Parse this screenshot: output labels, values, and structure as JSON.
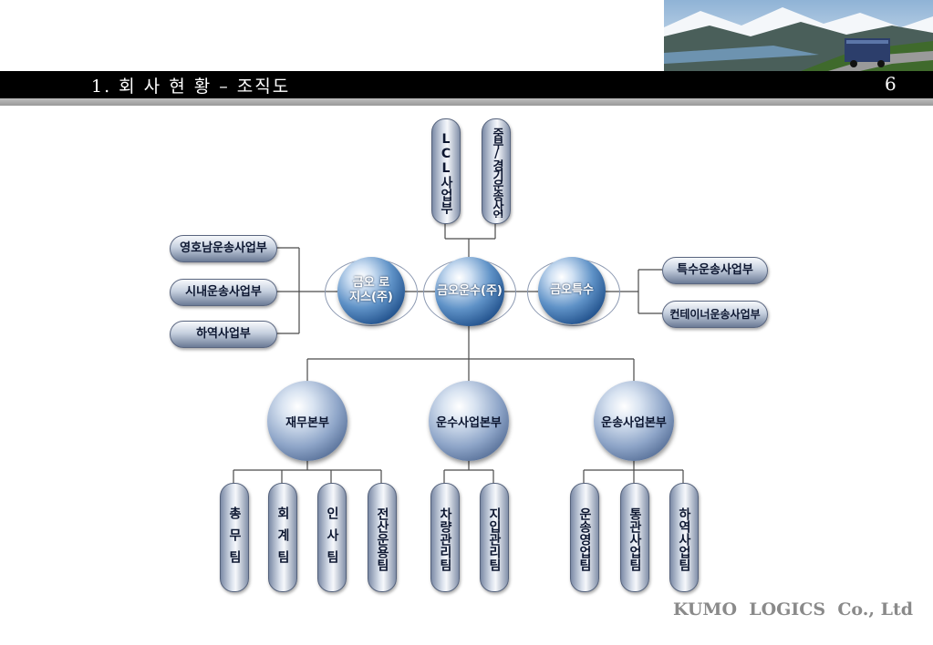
{
  "header": {
    "section_title": "1. 회 사 현 황 – 조직도",
    "page_number": "6"
  },
  "footer": {
    "company": "KUMO  LOGICS  Co., Ltd"
  },
  "org": {
    "top_units": [
      "LCL사업부",
      "중부/경기운송사업부"
    ],
    "left_units": [
      "영호남운송사업부",
      "시내운송사업부",
      "하역사업부"
    ],
    "companies": [
      "금오 로지스(주)",
      "금오운수(주)",
      "금오특수"
    ],
    "right_units": [
      "특수운송사업부",
      "컨테이너운송사업부"
    ],
    "divisions": [
      "재무본부",
      "운수사업본부",
      "운송사업본부"
    ],
    "teams": {
      "finance": [
        "총무팀",
        "회계팀",
        "인사팀",
        "전산운용팀"
      ],
      "transport": [
        "차량관리팀",
        "지입관리팀"
      ],
      "shipping": [
        "운송영업팀",
        "통관사업팀",
        "하역사업팀"
      ]
    }
  },
  "colors": {
    "bar": "#000000",
    "pill": "#c6d0df",
    "globe": "#2a5d98",
    "text": "#0c1630"
  }
}
